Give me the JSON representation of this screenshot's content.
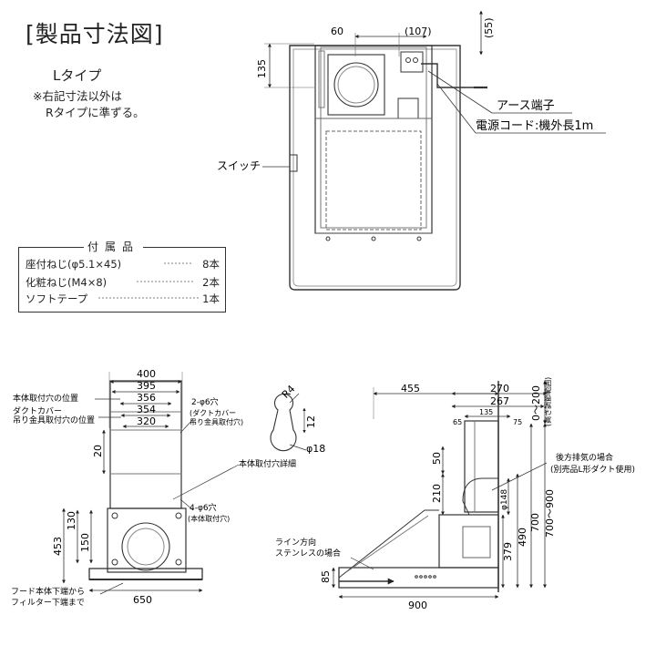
{
  "title": "[製品寸法図]",
  "subtitle": "Lタイプ",
  "note_line1": "※右記寸法以外は",
  "note_line2": "Rタイプに準ずる。",
  "accessories": {
    "heading": "付属品",
    "items": [
      {
        "name": "座付ねじ(φ5.1×45)",
        "qty": "8本"
      },
      {
        "name": "化粧ねじ(M4×8)",
        "qty": "2本"
      },
      {
        "name": "ソフトテープ",
        "qty": "1本"
      }
    ]
  },
  "top_view": {
    "dim_60": "60",
    "dim_107": "(107)",
    "dim_55": "(55)",
    "dim_135": "135",
    "label_earth": "アース端子",
    "label_cord": "電源コード:機外長1m",
    "label_switch": "スイッチ"
  },
  "front_view": {
    "dims_top": [
      "400",
      "395",
      "356",
      "354",
      "320"
    ],
    "dim_20": "20",
    "dim_150": "150",
    "dim_130": "130",
    "dim_453": "453",
    "dim_650": "650",
    "label_mount_pos": "本体取付穴の位置",
    "label_duct_1": "ダクトカバー",
    "label_duct_2": "吊り金具取付穴の位置",
    "label_2hole": "2-φ6穴",
    "label_2hole_sub1": "(ダクトカバー",
    "label_2hole_sub2": "吊り金具取付穴)",
    "label_4hole": "4-φ6穴",
    "label_4hole_sub": "(本体取付穴)",
    "label_detail": "本体取付穴詳細",
    "dim_R4": "R4",
    "dim_12": "12",
    "dim_phi18": "φ18",
    "label_hood_1": "フード本体下端から",
    "label_hood_2": "フィルター下端まで"
  },
  "side_view": {
    "dim_455": "455",
    "dim_270": "270",
    "dim_267": "267",
    "dim_135": "135",
    "dim_65": "65",
    "dim_75": "75",
    "dim_50": "50",
    "dim_210": "210",
    "dim_phi148": "φ148",
    "dim_379": "379",
    "dim_490": "490",
    "dim_700": "700",
    "dim_700_900": "700〜900",
    "dim_0_200": "0〜200",
    "dim_0_200_sub": "(高さ調節範囲)",
    "dim_85": "85",
    "dim_900": "900",
    "label_rear_1": "後方排気の場合",
    "label_rear_2": "(別売品L形ダクト使用)",
    "label_line_1": "ライン方向",
    "label_line_2": "ステンレスの場合"
  }
}
